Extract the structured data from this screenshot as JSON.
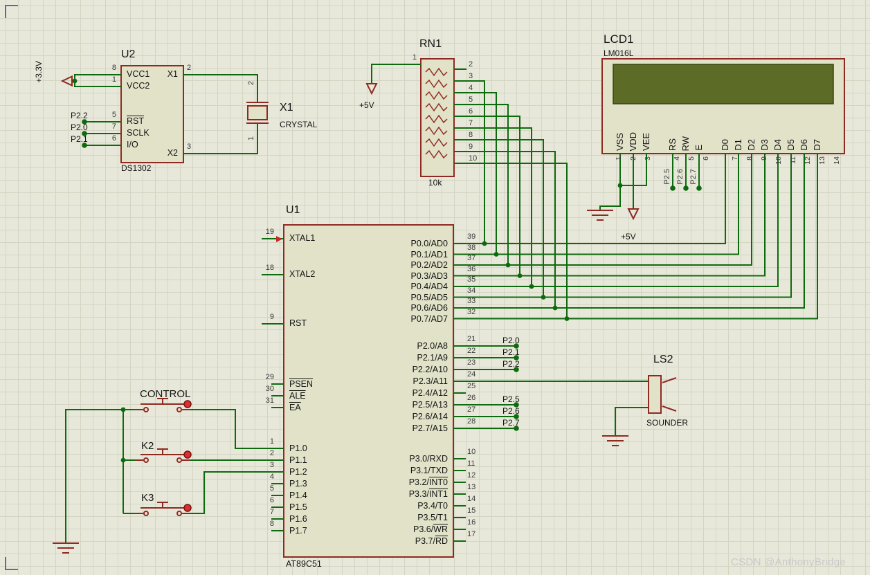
{
  "sheet": {
    "watermark": "CSDN @AnthonyBridge"
  },
  "power": {
    "v33": "+3.3V",
    "v5_rn1": "+5V",
    "v5_lcd": "+5V"
  },
  "u2": {
    "ref": "U2",
    "value": "DS1302",
    "pins": {
      "vcc1": {
        "num": "8",
        "pre": "VCC1",
        "bar": ""
      },
      "vcc2": {
        "num": "1",
        "pre": "VCC2",
        "bar": ""
      },
      "rst": {
        "num": "5",
        "pre": "",
        "bar": "RST"
      },
      "sclk": {
        "num": "7",
        "pre": "SCLK",
        "bar": ""
      },
      "io": {
        "num": "6",
        "pre": "I/O",
        "bar": ""
      },
      "x1": {
        "num": "2",
        "pre": "X1",
        "bar": ""
      },
      "x2": {
        "num": "3",
        "pre": "X2",
        "bar": ""
      }
    },
    "net_labels": [
      "P2.2",
      "P2.0",
      "P2.1"
    ]
  },
  "xtal": {
    "ref": "X1",
    "value": "CRYSTAL",
    "pin_top": "2",
    "pin_bottom": "1"
  },
  "rn1": {
    "ref": "RN1",
    "value": "10k",
    "pin_common": "1",
    "pins_right": [
      "2",
      "3",
      "4",
      "5",
      "6",
      "7",
      "8",
      "9",
      "10"
    ]
  },
  "lcd1": {
    "ref": "LCD1",
    "value": "LM016L",
    "pins": [
      {
        "num": "1",
        "name": "VSS"
      },
      {
        "num": "2",
        "name": "VDD"
      },
      {
        "num": "3",
        "name": "VEE"
      },
      {
        "num": "",
        "name": ""
      },
      {
        "num": "4",
        "name": "RS"
      },
      {
        "num": "5",
        "name": "RW"
      },
      {
        "num": "6",
        "name": "E"
      },
      {
        "num": "",
        "name": ""
      },
      {
        "num": "7",
        "name": "D0"
      },
      {
        "num": "8",
        "name": "D1"
      },
      {
        "num": "9",
        "name": "D2"
      },
      {
        "num": "10",
        "name": "D3"
      },
      {
        "num": "11",
        "name": "D4"
      },
      {
        "num": "12",
        "name": "D5"
      },
      {
        "num": "13",
        "name": "D6"
      },
      {
        "num": "14",
        "name": "D7"
      }
    ],
    "net_labels": [
      "P2.5",
      "P2.6",
      "P2.7"
    ]
  },
  "u1": {
    "ref": "U1",
    "value": "AT89C51",
    "xtal1": {
      "num": "19",
      "pre": "XTAL1",
      "bar": ""
    },
    "xtal2": {
      "num": "18",
      "pre": "XTAL2",
      "bar": ""
    },
    "rst": {
      "num": "9",
      "pre": "RST",
      "bar": ""
    },
    "ctrl_pins": [
      {
        "num": "29",
        "pre": "",
        "bar": "PSEN"
      },
      {
        "num": "30",
        "pre": "",
        "bar": "ALE"
      },
      {
        "num": "31",
        "pre": "",
        "bar": "EA"
      }
    ],
    "p1_pins": [
      {
        "num": "1",
        "pre": "P1.0",
        "bar": ""
      },
      {
        "num": "2",
        "pre": "P1.1",
        "bar": ""
      },
      {
        "num": "3",
        "pre": "P1.2",
        "bar": ""
      },
      {
        "num": "4",
        "pre": "P1.3",
        "bar": ""
      },
      {
        "num": "5",
        "pre": "P1.4",
        "bar": ""
      },
      {
        "num": "6",
        "pre": "P1.5",
        "bar": ""
      },
      {
        "num": "7",
        "pre": "P1.6",
        "bar": ""
      },
      {
        "num": "8",
        "pre": "P1.7",
        "bar": ""
      }
    ],
    "p0_pins": [
      {
        "num": "39",
        "pre": "P0.0/AD0",
        "bar": ""
      },
      {
        "num": "38",
        "pre": "P0.1/AD1",
        "bar": ""
      },
      {
        "num": "37",
        "pre": "P0.2/AD2",
        "bar": ""
      },
      {
        "num": "36",
        "pre": "P0.3/AD3",
        "bar": ""
      },
      {
        "num": "35",
        "pre": "P0.4/AD4",
        "bar": ""
      },
      {
        "num": "34",
        "pre": "P0.5/AD5",
        "bar": ""
      },
      {
        "num": "33",
        "pre": "P0.6/AD6",
        "bar": ""
      },
      {
        "num": "32",
        "pre": "P0.7/AD7",
        "bar": ""
      }
    ],
    "p2_pins": [
      {
        "num": "21",
        "pre": "P2.0/A8",
        "bar": ""
      },
      {
        "num": "22",
        "pre": "P2.1/A9",
        "bar": ""
      },
      {
        "num": "23",
        "pre": "P2.2/A10",
        "bar": ""
      },
      {
        "num": "24",
        "pre": "P2.3/A11",
        "bar": ""
      },
      {
        "num": "25",
        "pre": "P2.4/A12",
        "bar": ""
      },
      {
        "num": "26",
        "pre": "P2.5/A13",
        "bar": ""
      },
      {
        "num": "27",
        "pre": "P2.6/A14",
        "bar": ""
      },
      {
        "num": "28",
        "pre": "P2.7/A15",
        "bar": ""
      }
    ],
    "p3_pins": [
      {
        "num": "10",
        "pre": "P3.0/RXD",
        "bar": ""
      },
      {
        "num": "11",
        "pre": "P3.1/TXD",
        "bar": ""
      },
      {
        "num": "12",
        "pre": "P3.2/",
        "bar": "INT0"
      },
      {
        "num": "13",
        "pre": "P3.3/",
        "bar": "INT1"
      },
      {
        "num": "14",
        "pre": "P3.4/T0",
        "bar": ""
      },
      {
        "num": "15",
        "pre": "P3.5/T1",
        "bar": ""
      },
      {
        "num": "16",
        "pre": "P3.6/",
        "bar": "WR"
      },
      {
        "num": "17",
        "pre": "P3.7/",
        "bar": "RD"
      }
    ]
  },
  "net_labels_a": [
    "P2.0",
    "P2.1",
    "P2.2"
  ],
  "net_labels_b": [
    "P2.5",
    "P2.6",
    "P2.7"
  ],
  "buttons": {
    "control": "CONTROL",
    "k2": "K2",
    "k3": "K3"
  },
  "ls2": {
    "ref": "LS2",
    "value": "SOUNDER"
  }
}
